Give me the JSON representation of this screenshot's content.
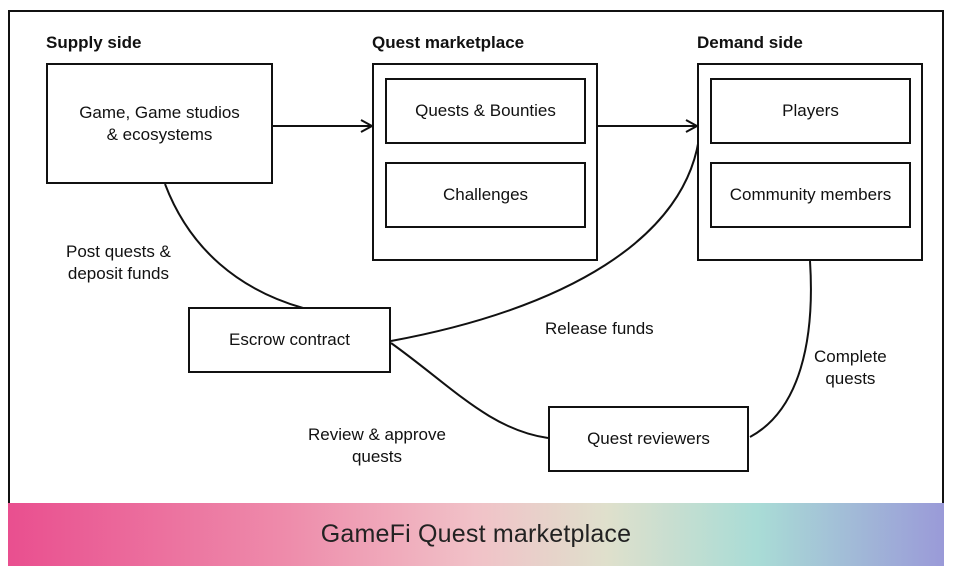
{
  "headings": {
    "supply": "Supply side",
    "marketplace": "Quest marketplace",
    "demand": "Demand side"
  },
  "nodes": {
    "game_studios": [
      "Game, Game studios",
      "& ecosystems"
    ],
    "quests_bounties": "Quests & Bounties",
    "challenges": "Challenges",
    "players": "Players",
    "community_members": "Community members",
    "escrow": "Escrow contract",
    "reviewers": "Quest reviewers"
  },
  "edge_labels": {
    "post_quests": [
      "Post quests &",
      "deposit funds"
    ],
    "release_funds": "Release funds",
    "complete_quests": [
      "Complete",
      "quests"
    ],
    "review_approve": [
      "Review & approve",
      "quests"
    ]
  },
  "banner": {
    "title": "GameFi Quest marketplace"
  }
}
